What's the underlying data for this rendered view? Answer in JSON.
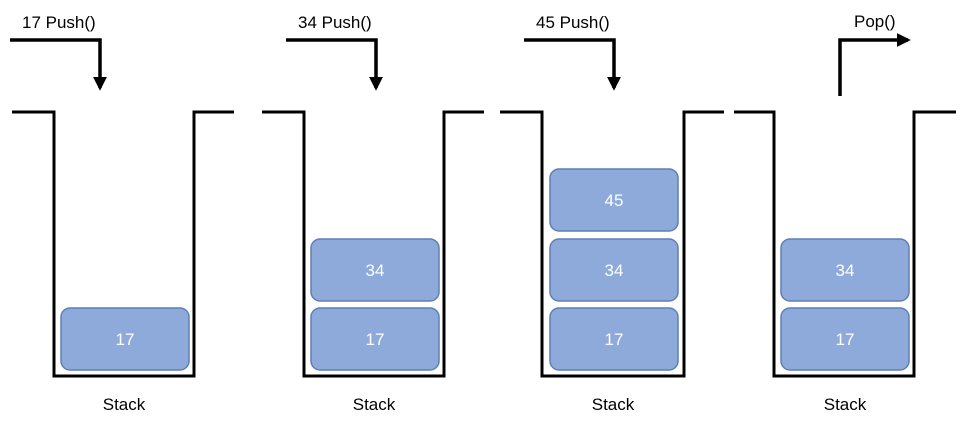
{
  "colors": {
    "item_fill": "#8eaadb",
    "item_border": "#5f7fb3",
    "item_text": "#ffffff",
    "line": "#000000"
  },
  "panels": [
    {
      "operation": "17 Push()",
      "arrow_icon": "arrow-down-icon",
      "items": [
        "17"
      ],
      "container_label": "Stack"
    },
    {
      "operation": "34 Push()",
      "arrow_icon": "arrow-down-icon",
      "items": [
        "17",
        "34"
      ],
      "container_label": "Stack"
    },
    {
      "operation": "45 Push()",
      "arrow_icon": "arrow-down-icon",
      "items": [
        "17",
        "34",
        "45"
      ],
      "container_label": "Stack"
    },
    {
      "operation": "Pop()",
      "arrow_icon": "arrow-up-right-icon",
      "items": [
        "17",
        "34"
      ],
      "container_label": "Stack"
    }
  ]
}
